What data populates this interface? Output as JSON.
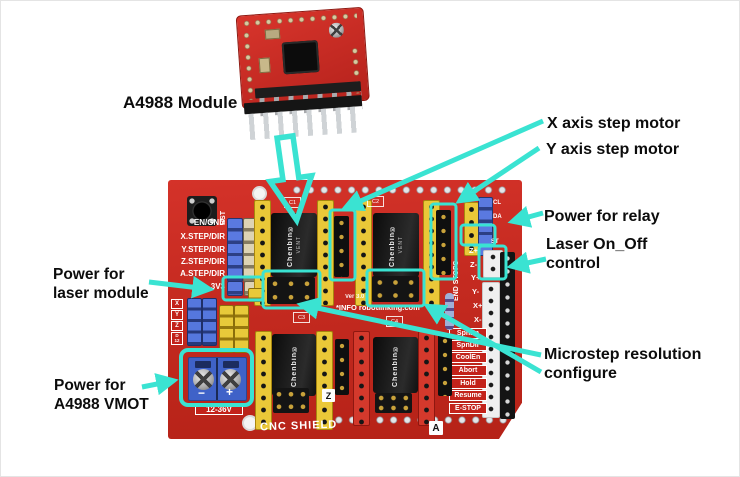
{
  "colors": {
    "accent": "#3ae3d2",
    "board-red": "#c42a20",
    "header-yellow": "#eac838",
    "jumper-blue": "#5577dd",
    "terminal-blue": "#3f62c8"
  },
  "callouts": {
    "a4988": "A4988 Module",
    "x_axis": "X axis step motor",
    "y_axis": "Y axis step motor",
    "relay": "Power for relay",
    "laser_onoff_line1": "Laser On_Off",
    "laser_onoff_line2": "control",
    "microstep_line1": "Microstep resolution",
    "microstep_line2": "configure",
    "laser_power_line1": "Power for",
    "laser_power_line2": "laser module",
    "vmot_line1": "Power for",
    "vmot_line2": "A4988 VMOT"
  },
  "board": {
    "reset": "RST",
    "pin_labels": [
      "EN/GND",
      "X.STEP/DIR",
      "Y.STEP/DIR",
      "Z.STEP/DIR",
      "A.STEP/DIR",
      "3V3"
    ],
    "axis_jumpers": [
      "X",
      "Y",
      "Z",
      "D\n12"
    ],
    "endstops_title": "END STOPS",
    "endstops": [
      "Z+",
      "Z-",
      "Y+",
      "Y-",
      "X+",
      "X-"
    ],
    "io_labels": [
      "SpnEn",
      "SpnDir",
      "CoolEn",
      "Abort",
      "Hold",
      "Resume",
      "E-STOP"
    ],
    "i2c_labels": [
      "CL",
      "DA",
      "ST"
    ],
    "cap_labels": [
      "C1",
      "C2",
      "C3",
      "C4"
    ],
    "site_labels": [
      "Z",
      "A"
    ],
    "driver_brand": "Chenbin®",
    "driver_sub": "VENT",
    "terminal": {
      "minus": "−",
      "plus": "+",
      "range": "12-36V"
    },
    "name": "CNC SHIELD",
    "version": "Ver 3.0",
    "info": "*INFO robotlinking.com"
  }
}
